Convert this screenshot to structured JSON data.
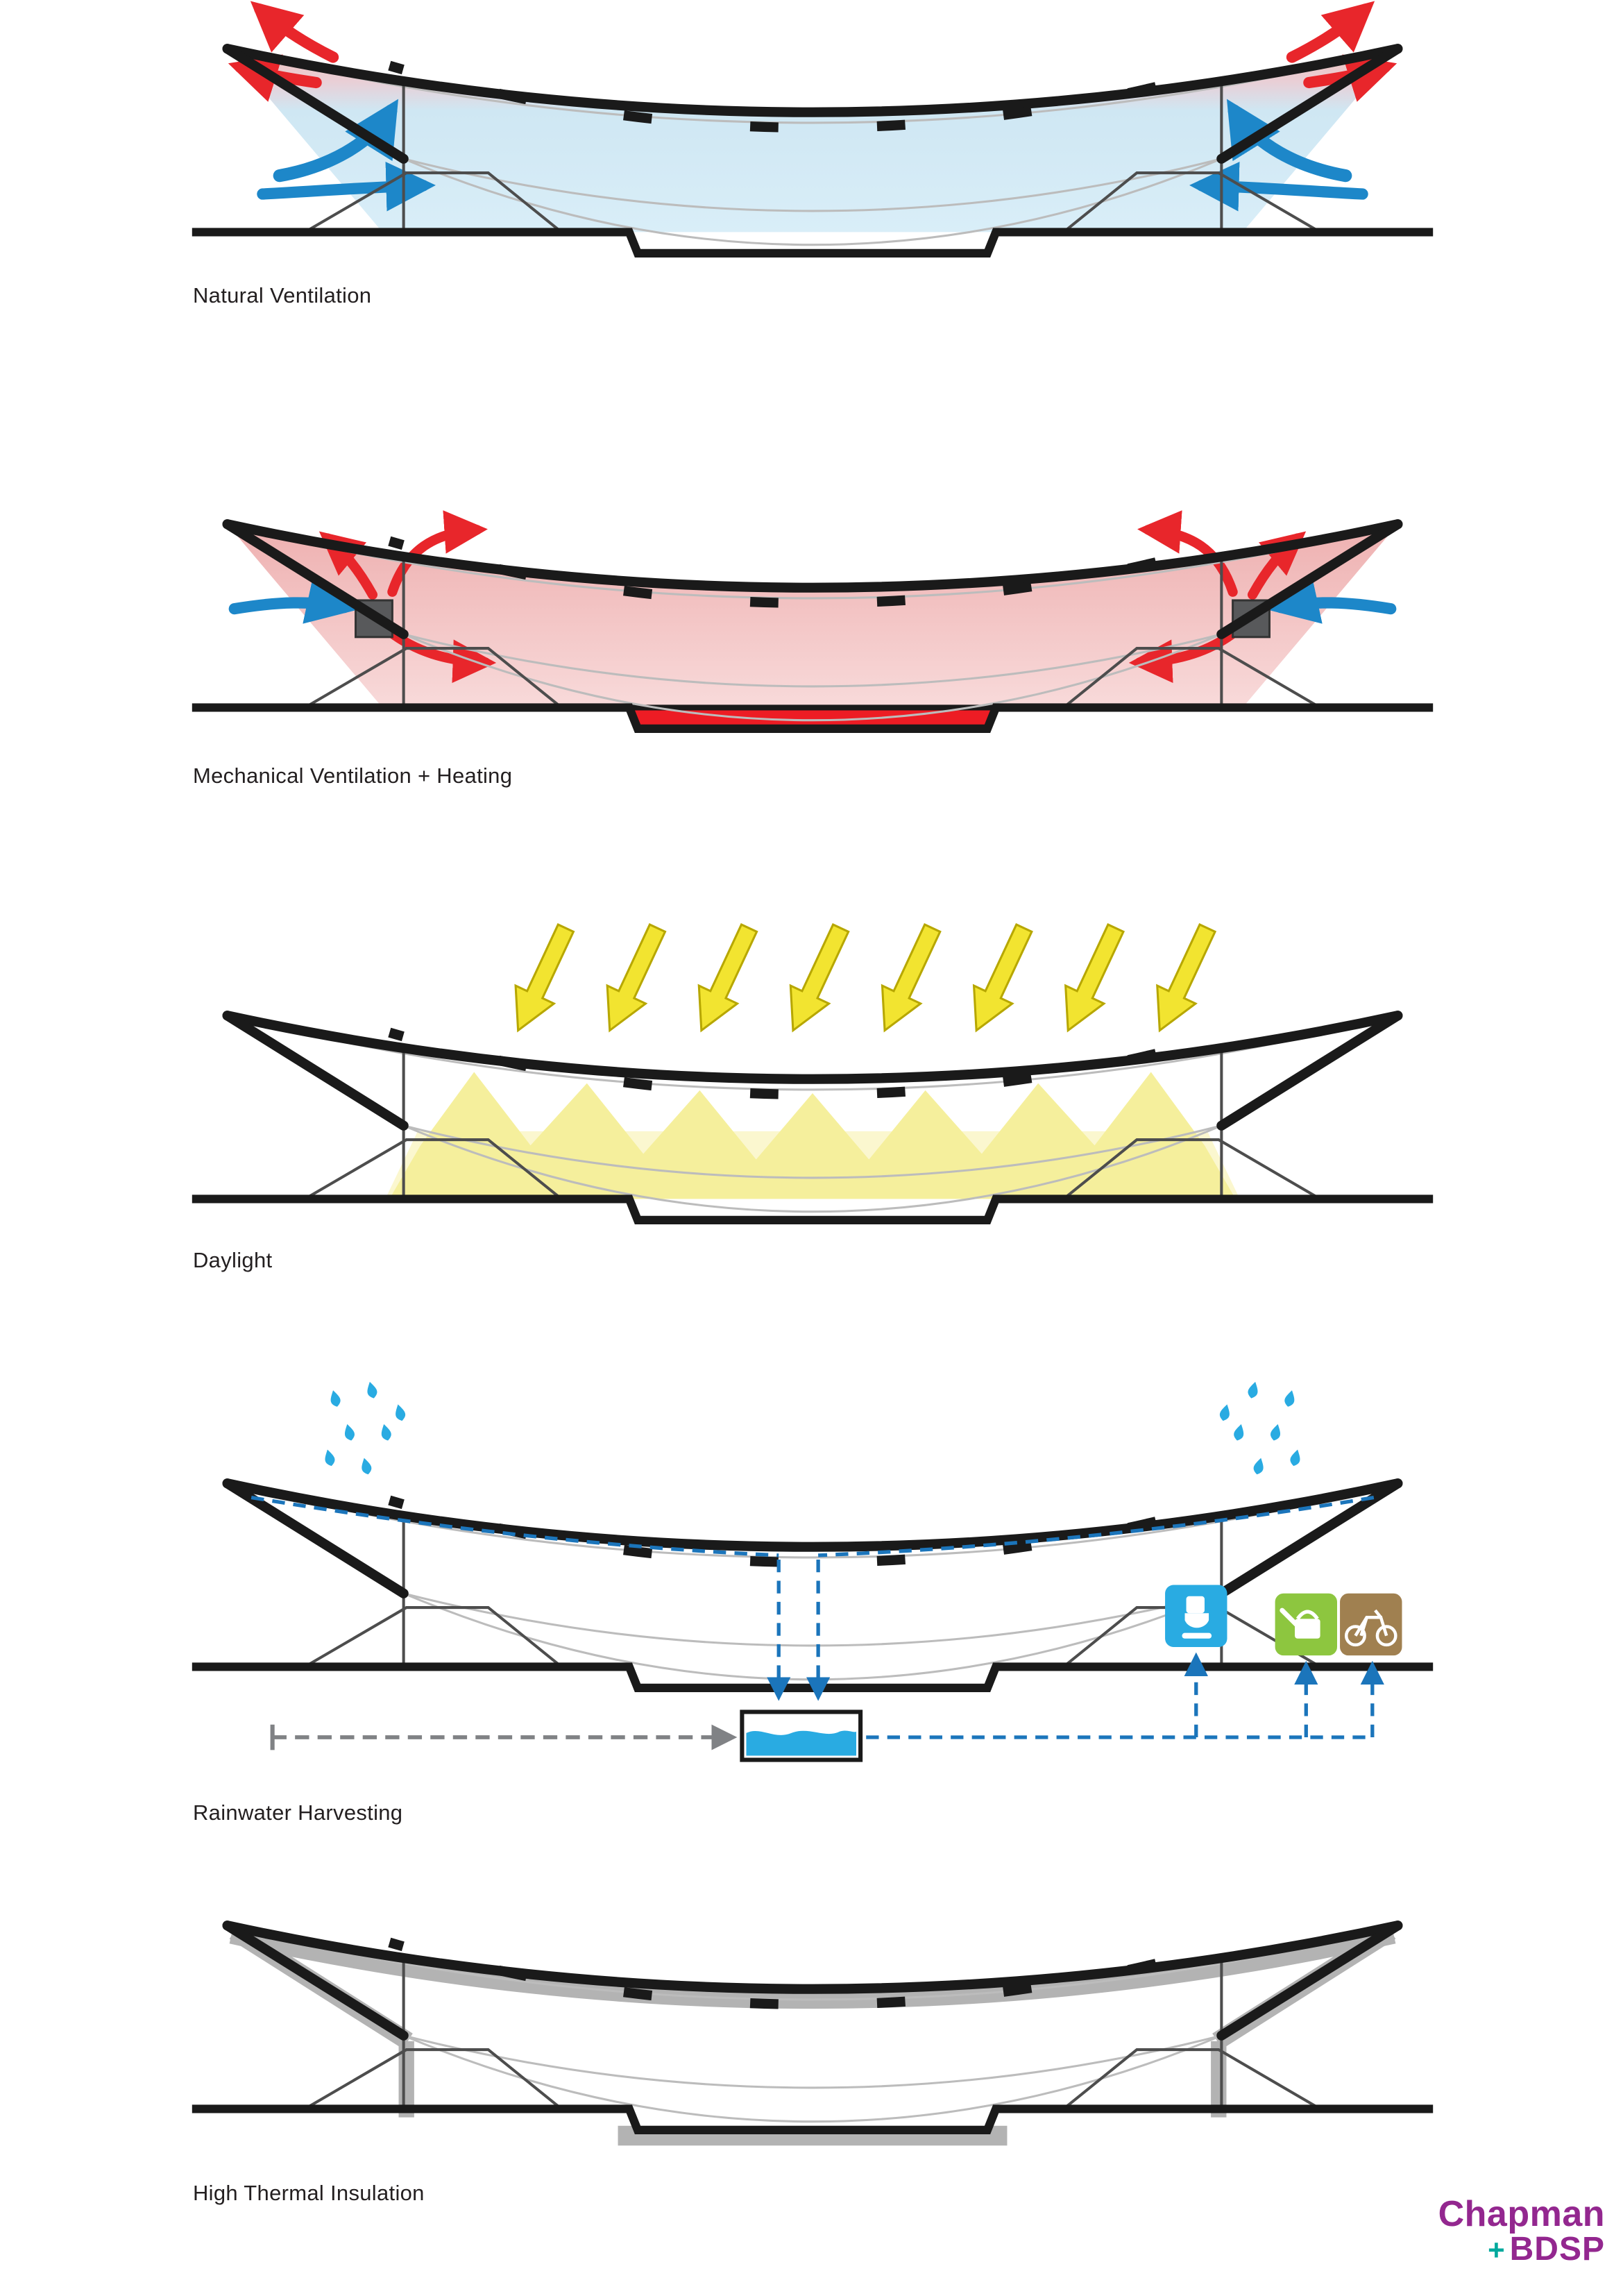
{
  "diagrams": [
    {
      "label": "Natural Ventilation"
    },
    {
      "label": "Mechanical Ventilation + Heating"
    },
    {
      "label": "Daylight"
    },
    {
      "label": "Rainwater Harvesting"
    },
    {
      "label": "High Thermal Insulation"
    }
  ],
  "logo": {
    "line1": "Chapman",
    "plus": "+",
    "line2": "BDSP"
  },
  "colors": {
    "warm_red": "#e8262b",
    "cool_blue": "#1d87c9",
    "water_blue": "#29abe2",
    "sun_yellow": "#f2e430",
    "glow_yellow": "#f5ef9c",
    "heating_red": "#ed1c24",
    "insulation_grey": "#b3b3b3",
    "structure_black": "#1a1a1a",
    "logo_purple": "#93278f",
    "logo_teal": "#00a99d",
    "toilet_box_blue": "#29abe2",
    "watering_box_green": "#8dc63f",
    "bike_box_brown": "#a08050"
  }
}
